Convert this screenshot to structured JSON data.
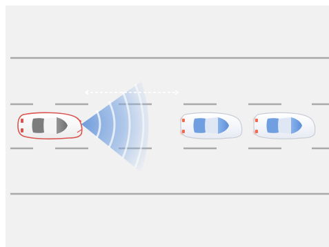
{
  "diagram": {
    "subject": "forward-collision-warning-illustration",
    "scene": {
      "road_color": "#f1f1f1",
      "lane_edge_color": "#a9a9a9",
      "lane_dash_color": "#a9a9a9",
      "radar_color": "#5b8ed8",
      "ego_car_color": "#d9534f",
      "lead_car_color": "#6f9fe0",
      "brake_light_color": "#f26a4e",
      "distance_arrow_color": "#ffffff"
    },
    "vehicles": [
      {
        "role": "ego-vehicle",
        "icon": "red-car-icon"
      },
      {
        "role": "lead-vehicle",
        "icon": "blue-car-icon",
        "brake_lights_on": true
      },
      {
        "role": "second-vehicle",
        "icon": "blue-car-icon",
        "brake_lights_on": true
      }
    ],
    "sensor": {
      "icon": "radar-waves-icon"
    },
    "distance_indicator": {
      "icon": "double-arrow-icon",
      "style": "dashed"
    }
  }
}
